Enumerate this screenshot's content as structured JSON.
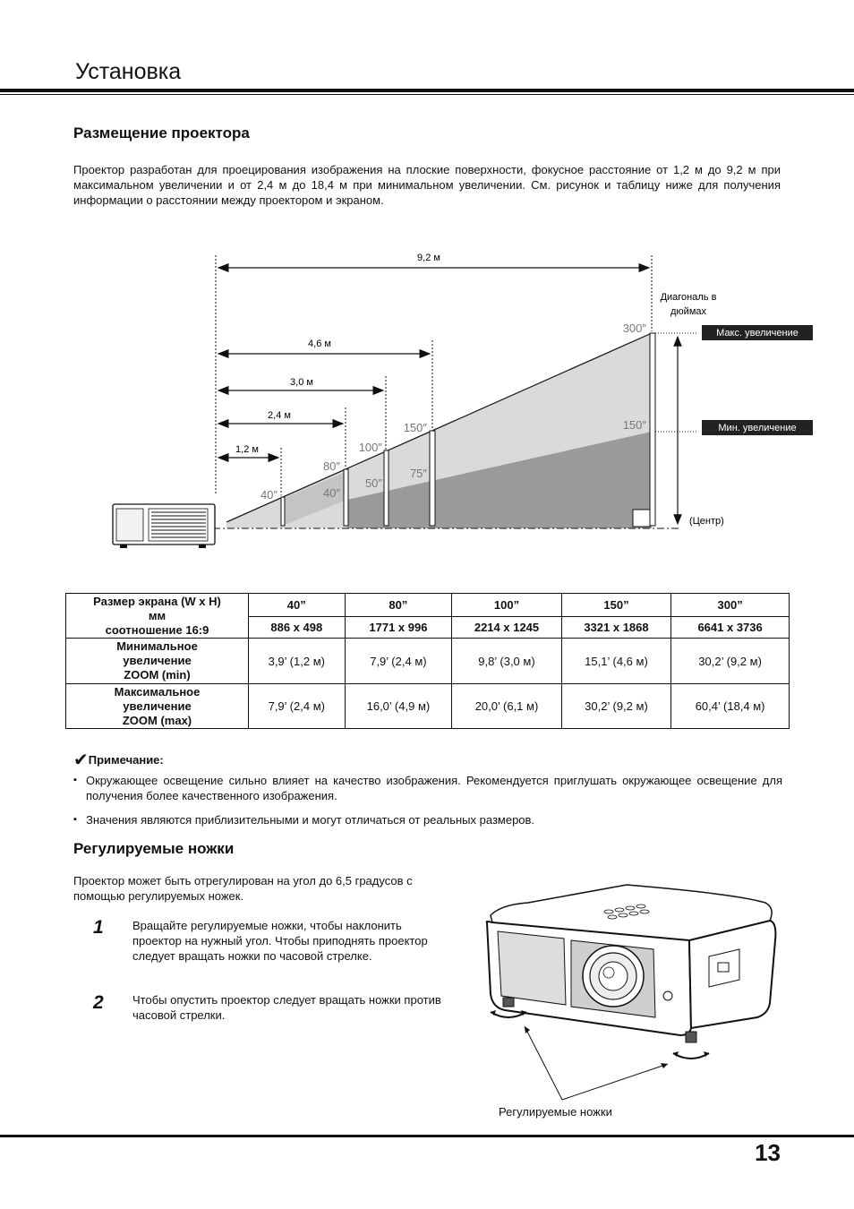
{
  "header": {
    "section_title": "Установка"
  },
  "placement": {
    "heading": "Размещение проектора",
    "intro": "Проектор разработан для проецирования изображения на плоские поверхности, фокусное расстояние от 1,2 м до 9,2 м при максимальном увеличении и от 2,4 м до 18,4 м при минимальном увеличении. См. рисунок и таблицу ниже для получения информации о расстоянии между проектором и экраном."
  },
  "diagram": {
    "dist_labels": [
      "9,2 м",
      "4,6 м",
      "3,0 м",
      "2,4 м",
      "1,2 м"
    ],
    "diag_caption_1": "Диагональ в",
    "diag_caption_2": "дюймах",
    "size_labels_upper": [
      "300″",
      "150″",
      "100″",
      "80″",
      "40″"
    ],
    "size_labels_lower": [
      "150″",
      "75″",
      "50″",
      "40″"
    ],
    "max_zoom_label": "Макс. увеличение",
    "min_zoom_label": "Мин. увеличение",
    "center_label": "(Центр)"
  },
  "table": {
    "corner": [
      "Размер экрана (W x H)",
      "мм",
      "соотношение 16:9"
    ],
    "sizes": [
      "40”",
      "80”",
      "100”",
      "150”",
      "300”"
    ],
    "dims": [
      "886 x 498",
      "1771 x 996",
      "2214 x 1245",
      "3321 x 1868",
      "6641 x 3736"
    ],
    "min_head": [
      "Минимальное",
      "увеличение",
      "ZOOM (min)"
    ],
    "min_values": [
      "3,9’ (1,2 м)",
      "7,9’ (2,4 м)",
      "9,8’ (3,0 м)",
      "15,1’ (4,6 м)",
      "30,2’ (9,2 м)"
    ],
    "max_head": [
      "Максимальное",
      "увеличение",
      "ZOOM (max)"
    ],
    "max_values": [
      "7,9’ (2,4 м)",
      "16,0’ (4,9 м)",
      "20,0’ (6,1 м)",
      "30,2’ (9,2 м)",
      "60,4’ (18,4 м)"
    ]
  },
  "note": {
    "check": "✔",
    "title": "Примечание:",
    "items": [
      "Окружающее освещение сильно влияет на качество изображения. Рекомендуется приглушать окружающее освещение для получения более качественного изображения.",
      "Значения являются приблизительными и могут отличаться от реальных размеров."
    ]
  },
  "feet": {
    "heading": "Регулируемые ножки",
    "intro": "Проектор может быть отрегулирован на угол до 6,5 градусов с помощью регулируемых ножек.",
    "steps": [
      {
        "num": "1",
        "text": "Вращайте регулируемые ножки, чтобы наклонить проектор на нужный угол. Чтобы приподнять проектор следует вращать ножки по часовой стрелке."
      },
      {
        "num": "2",
        "text": "Чтобы опустить проектор следует вращать ножки против часовой стрелки."
      }
    ],
    "caption": "Регулируемые ножки"
  },
  "page_number": "13"
}
